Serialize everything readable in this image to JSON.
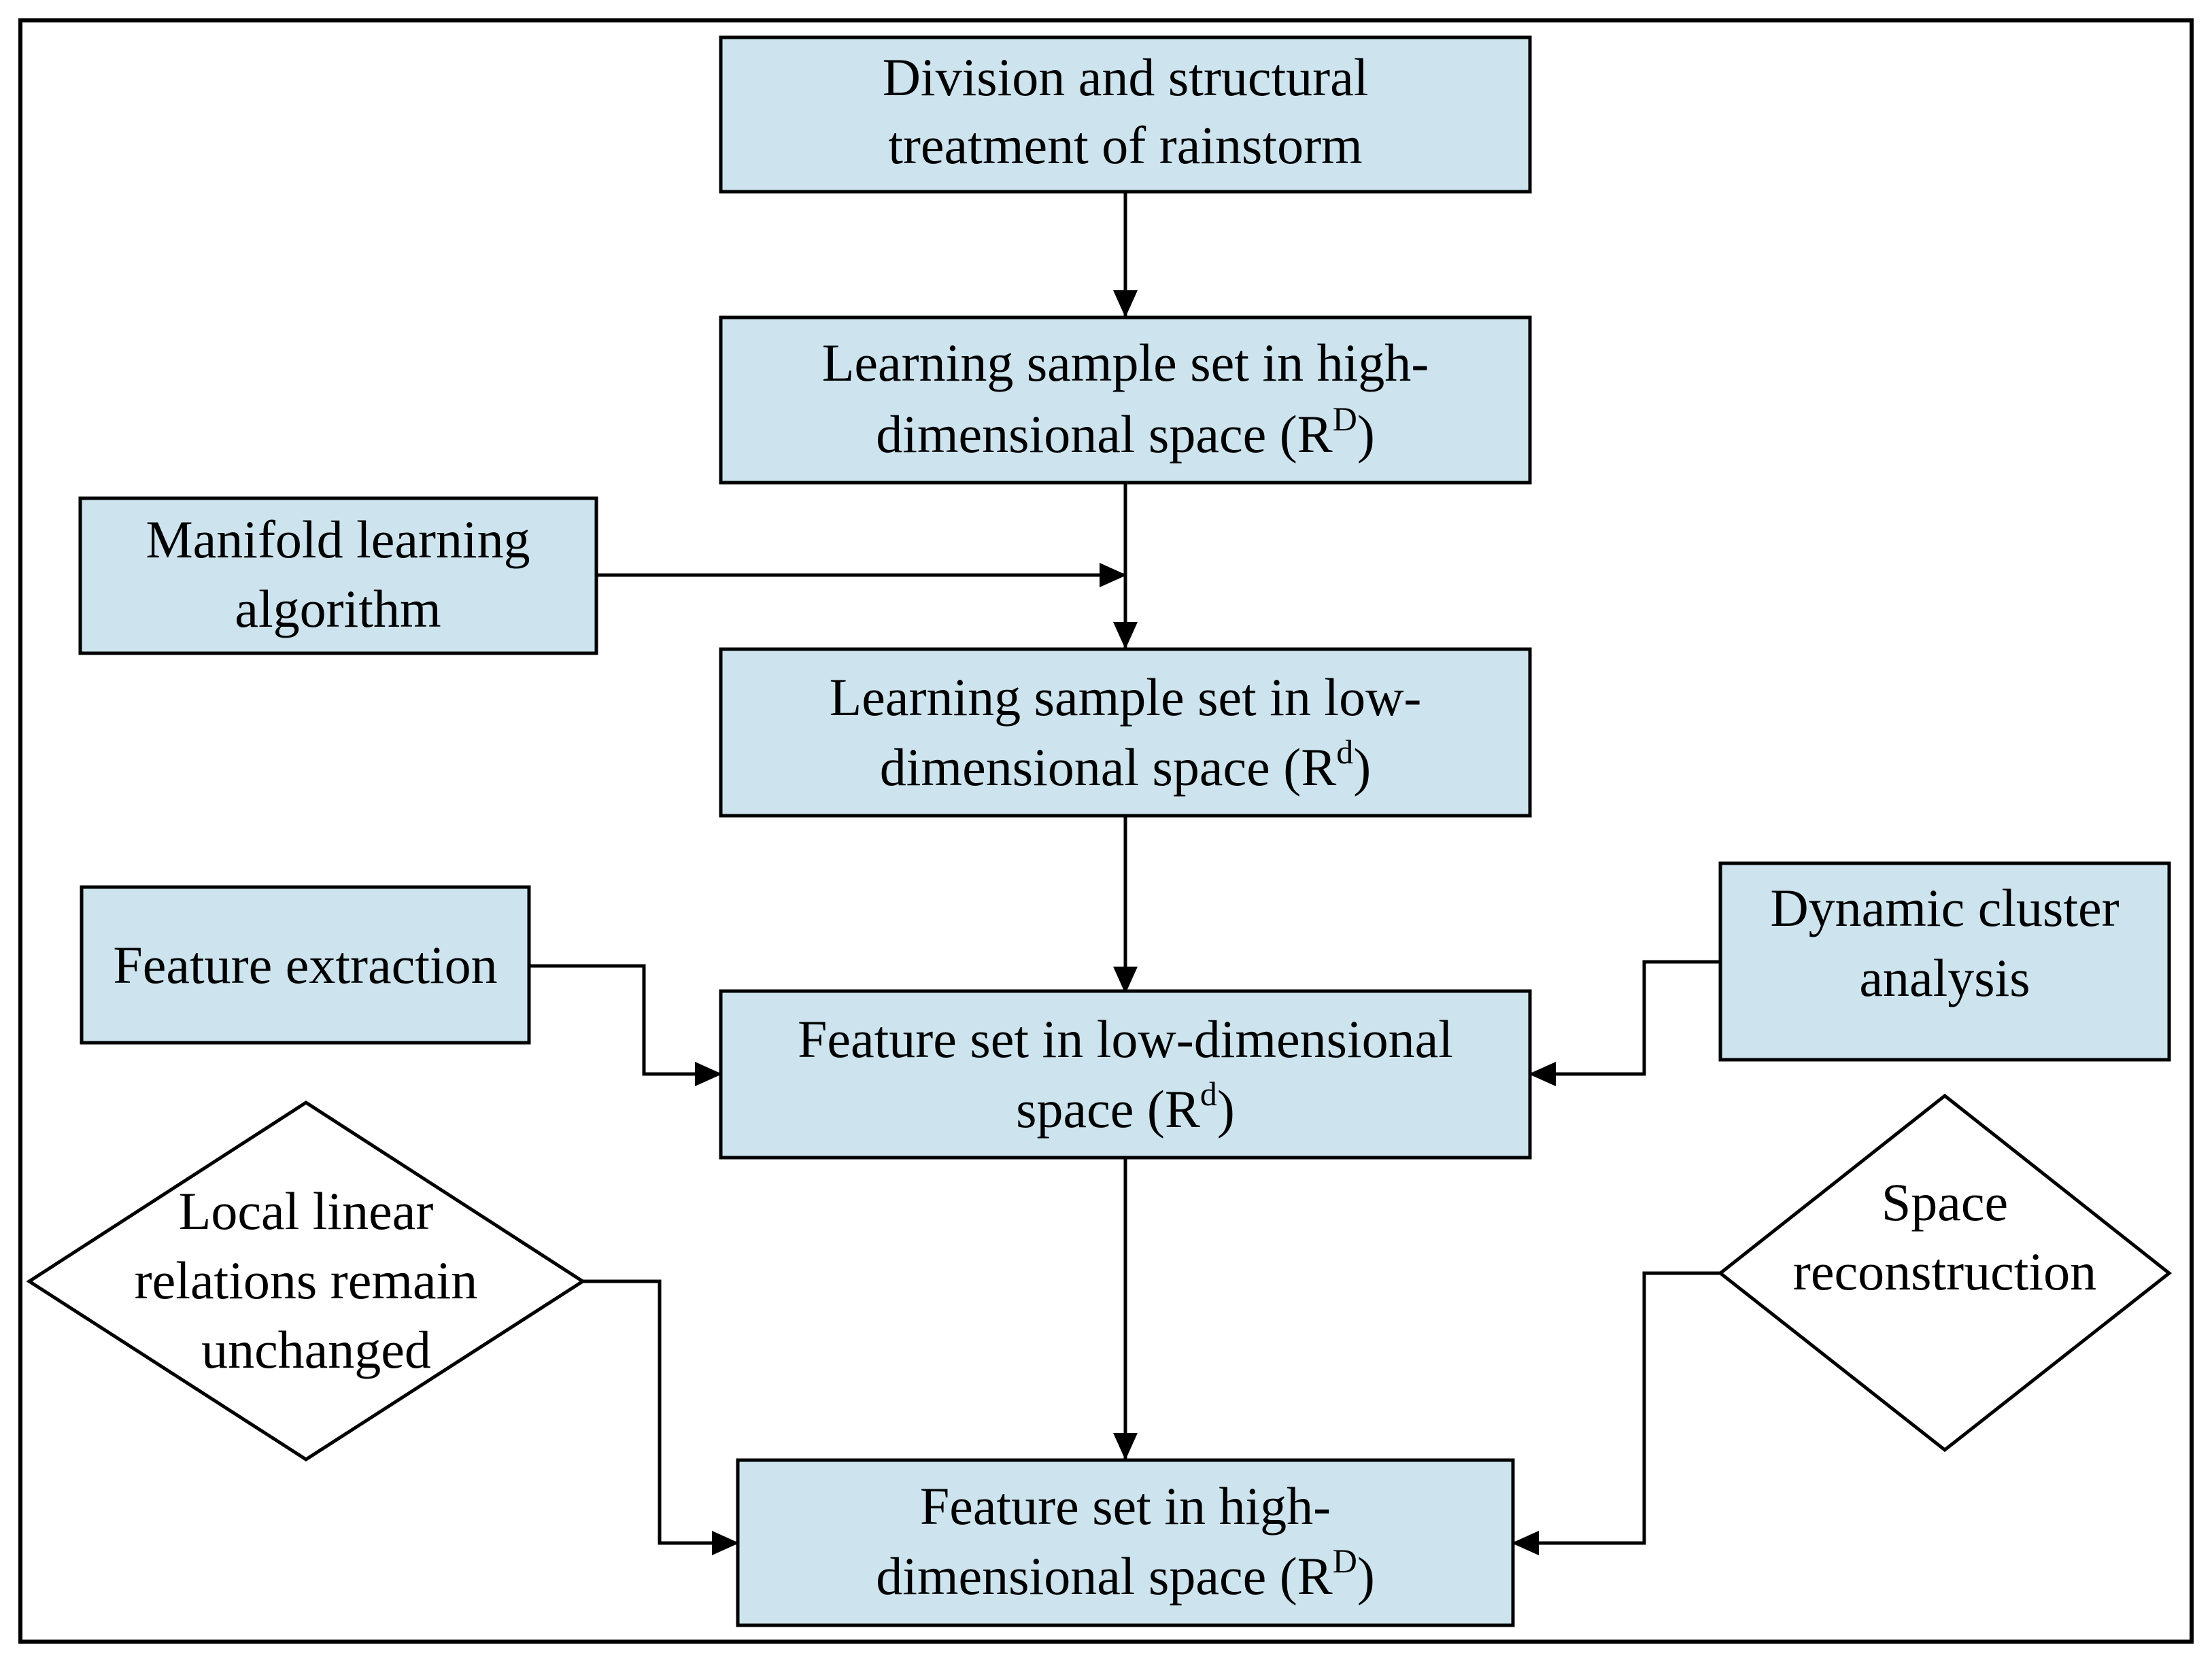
{
  "colors": {
    "box_fill": "#cde4ee",
    "line": "#000000",
    "diamond_fill": "#ffffff"
  },
  "nodes": {
    "division": {
      "lines": [
        "Division and structural",
        "treatment of rainstorm"
      ]
    },
    "sample_high": {
      "line1": "Learning sample set in high-",
      "line2": "dimensional space (R",
      "sup": "D",
      "close": ")"
    },
    "manifold": {
      "lines": [
        "Manifold learning",
        "algorithm"
      ]
    },
    "sample_low": {
      "line1": "Learning sample set  in low-",
      "line2": "dimensional space (R",
      "sup": "d",
      "close": ")"
    },
    "feature_extraction": {
      "lines": [
        "Feature extraction"
      ]
    },
    "feature_low": {
      "line1": "Feature set  in low-dimensional",
      "line2": "space (R",
      "sup": "d",
      "close": ")"
    },
    "dynamic_cluster": {
      "lines": [
        "Dynamic cluster",
        "analysis"
      ]
    },
    "local_linear": {
      "lines": [
        "Local linear",
        "relations remain",
        "unchanged"
      ]
    },
    "space_reconstruction": {
      "lines": [
        "Space",
        "reconstruction"
      ]
    },
    "feature_high": {
      "line1": "Feature set in high-",
      "line2": "dimensional space (R",
      "sup": "D",
      "close": ")"
    }
  }
}
